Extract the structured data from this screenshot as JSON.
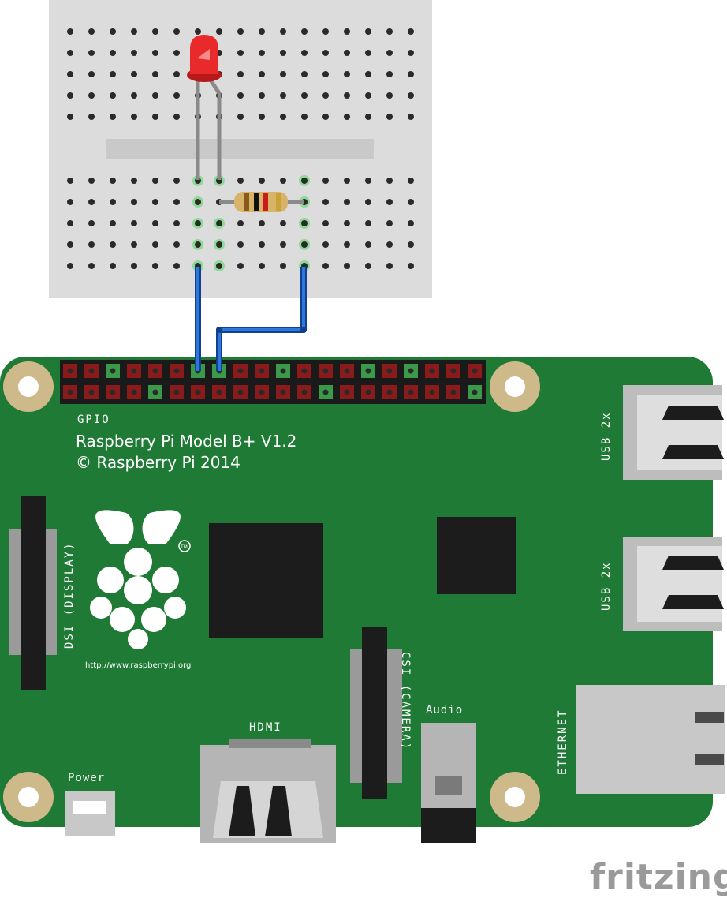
{
  "board": {
    "gpio_label": "GPIO",
    "model_line": "Raspberry Pi Model B+ V1.2",
    "copyright_line": "© Raspberry Pi 2014",
    "url": "http://www.raspberrypi.org",
    "trademark": "TM",
    "dsi_label": "DSI (DISPLAY)",
    "csi_label": "CSI (CAMERA)",
    "hdmi_label": "HDMI",
    "audio_label": "Audio",
    "power_label": "Power",
    "usb_label_1": "USB 2x",
    "usb_label_2": "USB 2x",
    "ethernet_label": "ETHERNET",
    "board_color": "#1f7a35",
    "header_pin_color": "#8b1a1a",
    "active_pin_color": "#3a9a4a"
  },
  "breadboard": {
    "color": "#dcdcdc",
    "hole_color": "#2a2a2a",
    "connected_hole_color": "#5bd66a"
  },
  "components": {
    "led_color": "#e82a2a",
    "wire_color": "#1f5fc8",
    "lead_color": "#8a8a8a",
    "resistor_bands": [
      "#8b5a1a",
      "#111111",
      "#cc1a1a",
      "#c9a23a"
    ]
  },
  "watermark": {
    "text": "fritzing",
    "color": "#9a9a9a"
  }
}
